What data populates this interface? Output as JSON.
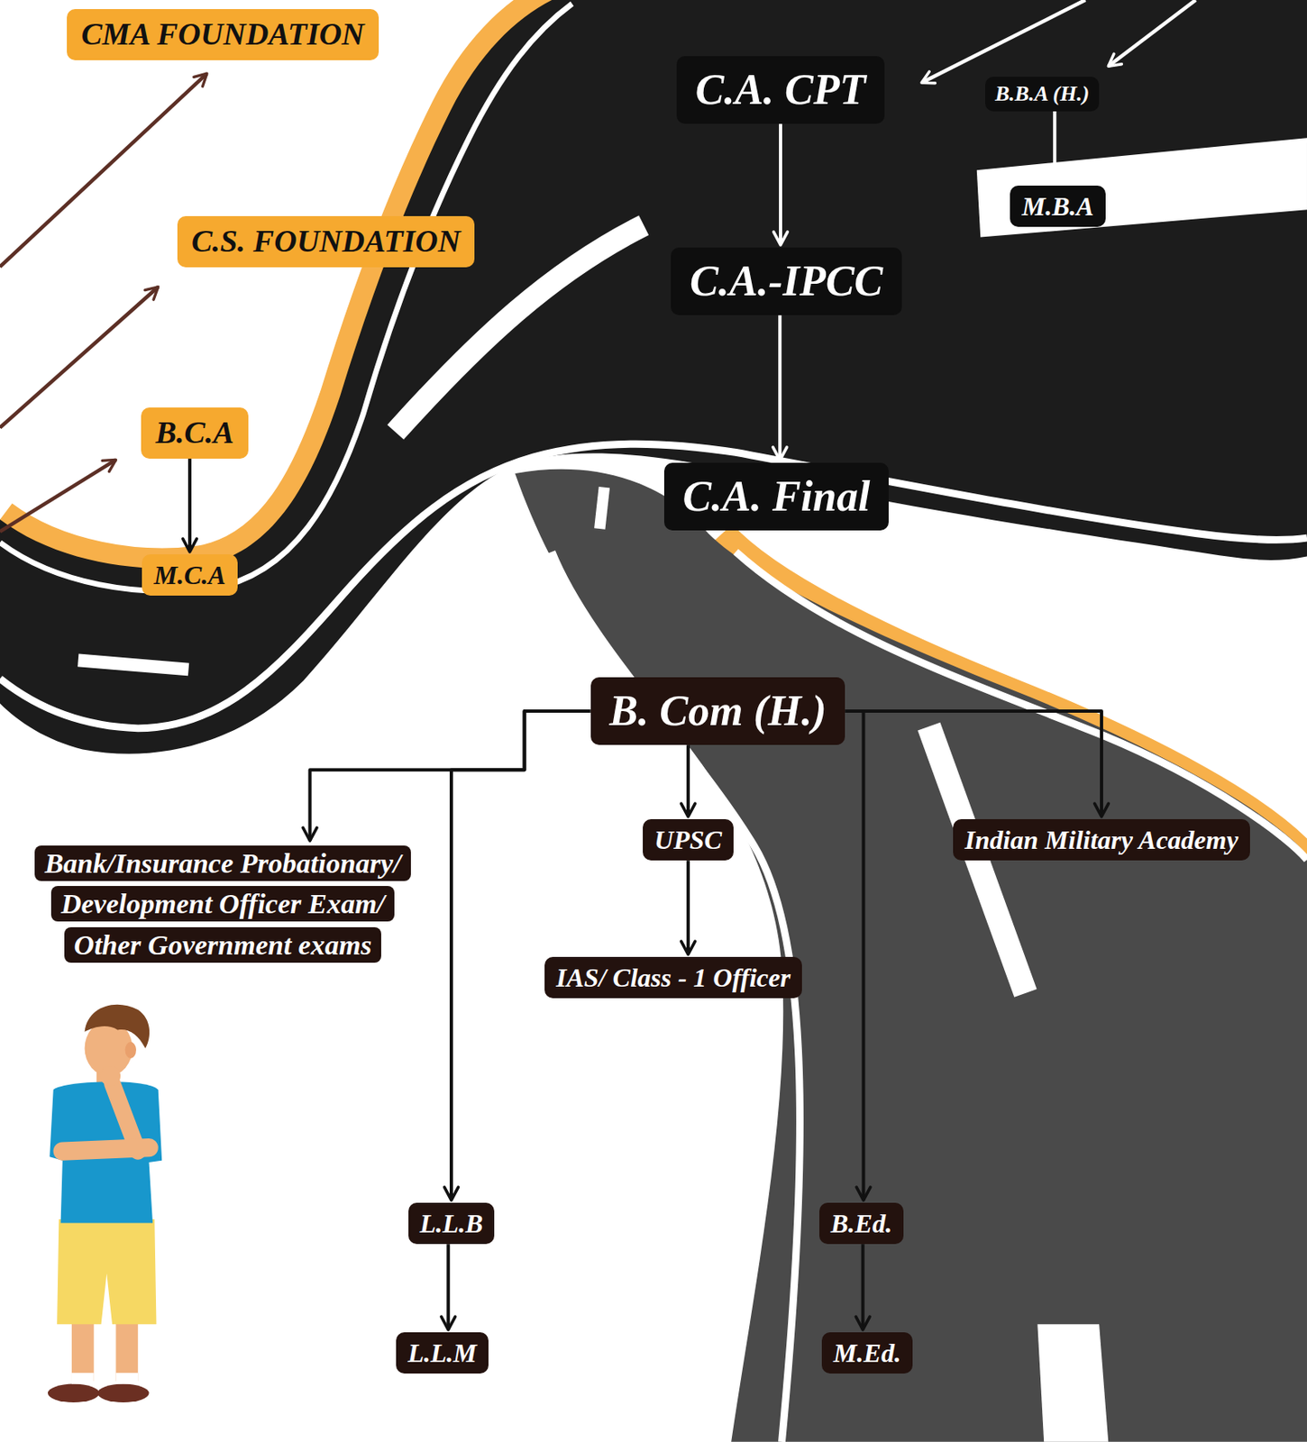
{
  "diagram": {
    "nodes": [
      {
        "text": [
          "CMA FOUNDATION"
        ]
      },
      {
        "text": [
          "C.A. CPT"
        ]
      },
      {
        "text": [
          "B.B.A (H.)"
        ]
      },
      {
        "text": [
          "M.B.A"
        ]
      },
      {
        "text": [
          "C.S. FOUNDATION"
        ]
      },
      {
        "text": [
          "C.A.-IPCC"
        ]
      },
      {
        "text": [
          "B.C.A"
        ]
      },
      {
        "text": [
          "C.A. Final"
        ]
      },
      {
        "text": [
          "M.C.A"
        ]
      },
      {
        "text": [
          "B. Com (H.)"
        ]
      },
      {
        "text": [
          "Bank/Insurance Probationary/ Development Officer Exam/ Other Government exams"
        ]
      },
      {
        "text": [
          "UPSC"
        ]
      },
      {
        "text": [
          "Indian Military Academy"
        ]
      },
      {
        "text": [
          "IAS/ Class - 1 Officer"
        ]
      },
      {
        "text": [
          "L.L.B"
        ]
      },
      {
        "text": [
          "B.Ed."
        ]
      },
      {
        "text": [
          "L.L.M"
        ]
      },
      {
        "text": [
          "M.Ed."
        ]
      }
    ],
    "edges": [
      {
        "from": 1,
        "to": 5,
        "arrow": "to"
      },
      {
        "from": 5,
        "to": 7,
        "arrow": "to"
      },
      {
        "from": 2,
        "to": 3,
        "arrow": "to"
      },
      {
        "from": 6,
        "to": 8,
        "arrow": "to"
      },
      {
        "from": 9,
        "to": 10,
        "arrow": "to"
      },
      {
        "from": 9,
        "to": 14,
        "arrow": "to"
      },
      {
        "from": 9,
        "to": 11,
        "arrow": "to"
      },
      {
        "from": 9,
        "to": 15,
        "arrow": "to"
      },
      {
        "from": 9,
        "to": 12,
        "arrow": "to"
      },
      {
        "from": 11,
        "to": 13,
        "arrow": "to"
      },
      {
        "from": 14,
        "to": 16,
        "arrow": "to"
      },
      {
        "from": 15,
        "to": 17,
        "arrow": "to"
      }
    ]
  }
}
